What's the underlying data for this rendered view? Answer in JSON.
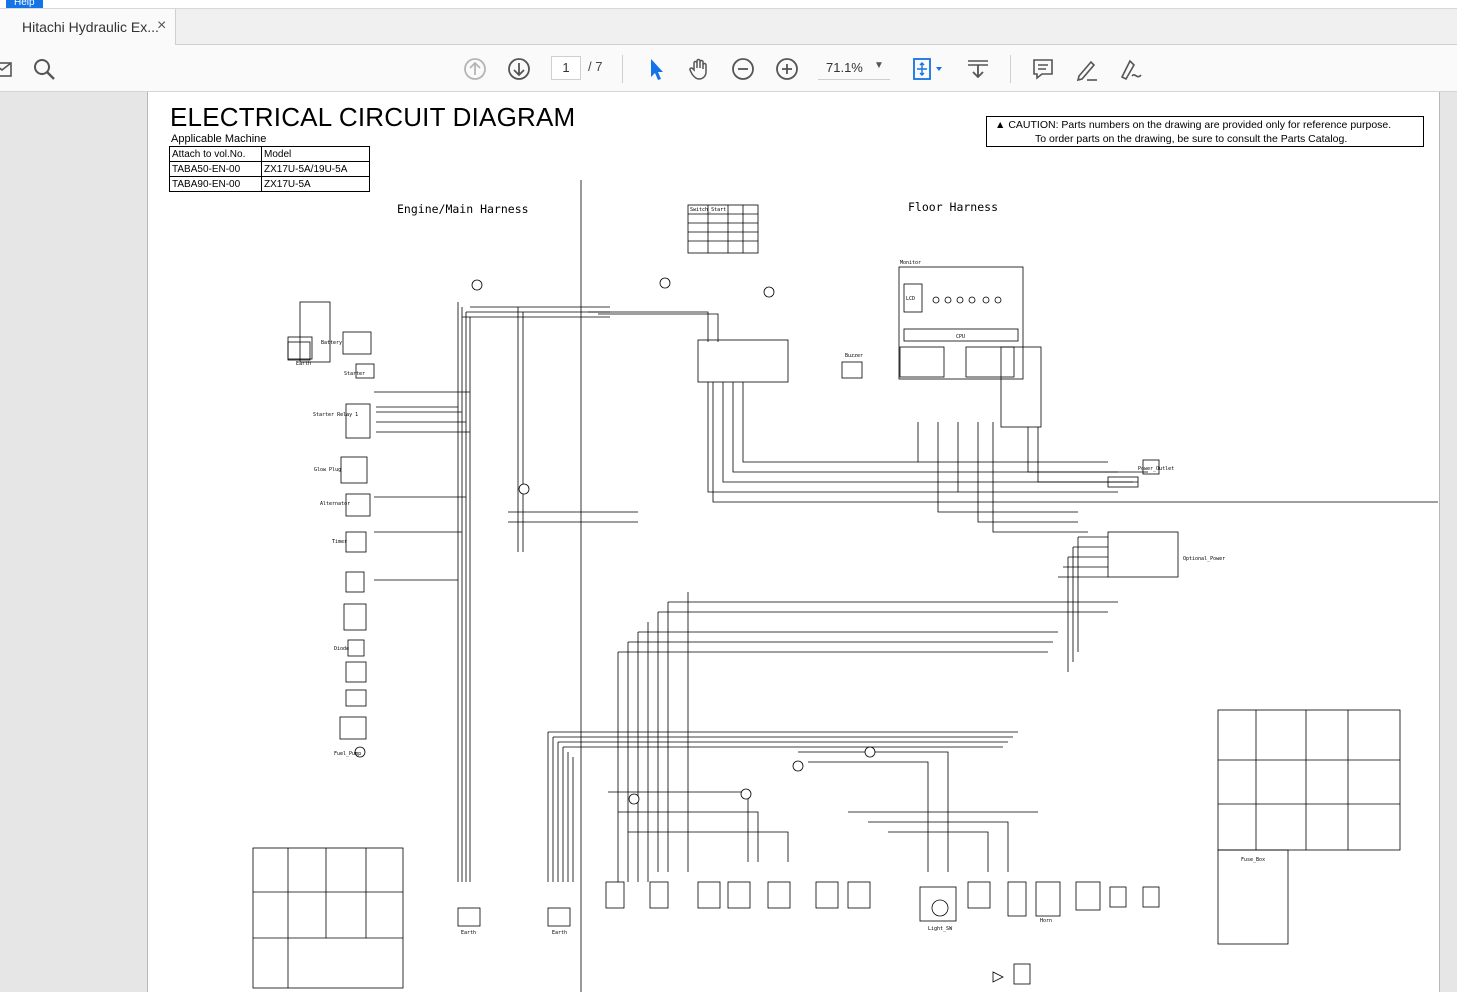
{
  "menu": {
    "help": "Help"
  },
  "tab": {
    "title": "Hitachi Hydraulic Ex...",
    "close": "×"
  },
  "toolbar": {
    "page_current": "1",
    "page_total": "/ 7",
    "zoom": "71.1%"
  },
  "icons": {
    "left_edge": "mail-icon",
    "search": "search-icon",
    "prev_page": "arrow-up-circle-icon",
    "next_page": "arrow-down-circle-icon",
    "select": "cursor-arrow-icon",
    "hand": "hand-icon",
    "zoom_out": "zoom-out-icon",
    "zoom_in": "zoom-in-icon",
    "fit": "fit-page-icon",
    "scroll_mode": "scroll-mode-icon",
    "comment": "comment-icon",
    "highlight": "pen-icon",
    "sign": "sign-icon"
  },
  "document": {
    "title": "ELECTRICAL CIRCUIT DIAGRAM",
    "applicable_label": "Applicable Machine",
    "table": {
      "headers": [
        "Attach to vol.No.",
        "Model"
      ],
      "rows": [
        [
          "TABA50-EN-00",
          "ZX17U-5A/19U-5A"
        ],
        [
          "TABA90-EN-00",
          "ZX17U-5A"
        ]
      ]
    },
    "caution_line1": "CAUTION: Parts numbers on the drawing are provided only for reference purpose.",
    "caution_line2": "To order parts on the drawing, be sure to consult the Parts Catalog.",
    "engine_harness": "Engine/Main Harness",
    "floor_harness": "Floor Harness",
    "components": {
      "switch_start": "Switch_Start",
      "monitor": "Monitor",
      "cpu": "CPU",
      "lcd": "LCD",
      "buzzer": "Buzzer",
      "battery": "Battery",
      "earth": "Earth",
      "starter": "Starter",
      "starter_relay": "Starter Relay 1",
      "glow_plug": "Glow Plug",
      "alternator": "Alternator",
      "timer": "Timer",
      "fuel_pump": "Fuel_Pump",
      "diode": "Diode",
      "power_outlet": "Power_Outlet",
      "optional_power": "Optional_Power",
      "fuse_box": "Fuse_Box",
      "light": "Light_SW",
      "horn": "Horn"
    }
  },
  "colors": {
    "accent": "#1473e6",
    "viewer_bg": "#e6e6e6",
    "toolbar_bg": "#fafafa",
    "icon_gray": "#555555",
    "icon_disabled": "#b5b5b5"
  }
}
